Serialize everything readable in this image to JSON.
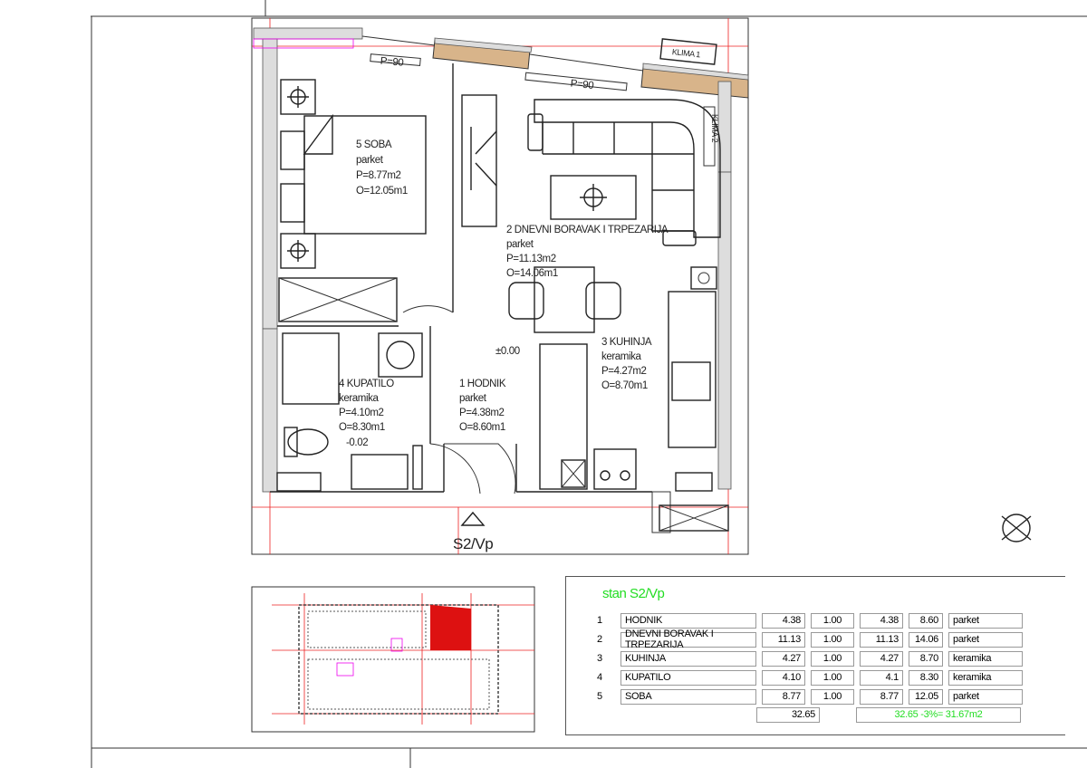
{
  "plan": {
    "unit_label": "S2/Vp",
    "level_mark_main": "±0.00",
    "level_mark_bath": "-0.02",
    "window_labels": [
      "P=90",
      "P=90"
    ],
    "ac_labels": [
      "KLIMA 1",
      "KLIMA 2"
    ],
    "rooms": [
      {
        "name": "1 HODNIK",
        "floor": "parket",
        "area": "P=4.38m2",
        "perimeter": "O=8.60m1"
      },
      {
        "name": "2 DNEVNI BORAVAK I TRPEZARIJA",
        "floor": "parket",
        "area": "P=11.13m2",
        "perimeter": "O=14.06m1"
      },
      {
        "name": "3 KUHINJA",
        "floor": "keramika",
        "area": "P=4.27m2",
        "perimeter": "O=8.70m1"
      },
      {
        "name": "4 KUPATILO",
        "floor": "keramika",
        "area": "P=4.10m2",
        "perimeter": "O=8.30m1"
      },
      {
        "name": "5 SOBA",
        "floor": "parket",
        "area": "P=8.77m2",
        "perimeter": "O=12.05m1"
      }
    ]
  },
  "table": {
    "title": "stan S2/Vp",
    "rows": [
      {
        "no": "1",
        "name": "HODNIK",
        "area": "4.38",
        "coef": "1.00",
        "net": "4.38",
        "perim": "8.60",
        "floor": "parket"
      },
      {
        "no": "2",
        "name": "DNEVNI BORAVAK I TRPEZARIJA",
        "area": "11.13",
        "coef": "1.00",
        "net": "11.13",
        "perim": "14.06",
        "floor": "parket"
      },
      {
        "no": "3",
        "name": "KUHINJA",
        "area": "4.27",
        "coef": "1.00",
        "net": "4.27",
        "perim": "8.70",
        "floor": "keramika"
      },
      {
        "no": "4",
        "name": "KUPATILO",
        "area": "4.10",
        "coef": "1.00",
        "net": "4.1",
        "perim": "8.30",
        "floor": "keramika"
      },
      {
        "no": "5",
        "name": "SOBA",
        "area": "8.77",
        "coef": "1.00",
        "net": "8.77",
        "perim": "12.05",
        "floor": "parket"
      }
    ],
    "total": "32.65",
    "total_reduced": "32.65 -3%= 31.67m2"
  },
  "colors": {
    "accent_green": "#22dd22",
    "grid_red": "#ee2222",
    "highlight_red": "#dd1111"
  }
}
